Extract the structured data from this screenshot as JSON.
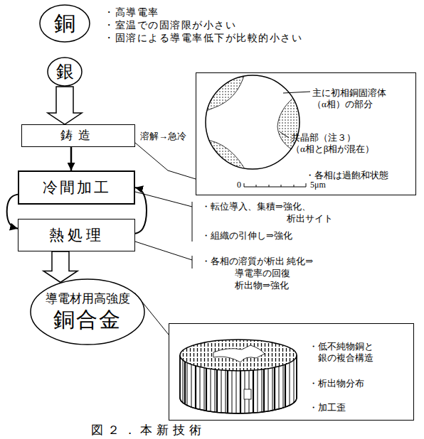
{
  "diagram": {
    "caption": "図２．本新技術",
    "nodes": [
      {
        "text": [
          "銅"
        ]
      },
      {
        "text": [
          "銀"
        ]
      },
      {
        "text": [
          "鋳造"
        ]
      },
      {
        "text": [
          "冷間加工"
        ]
      },
      {
        "text": [
          "熱処理"
        ]
      },
      {
        "text": [
          "導電材用高強度",
          "銅合金"
        ]
      },
      {
        "text": [
          "主に初相銅固溶体 （α相）の部分",
          "共晶部（注３） （α相とβ相が混在）",
          "・各相は過飽和状態",
          "0",
          "5μm"
        ]
      },
      {
        "text": [
          "・低不純物銅と 銀の複合構造",
          "・析出物分布",
          "・加工歪"
        ]
      }
    ],
    "edges": [
      {
        "from": 1,
        "to": 2,
        "arrow": "to"
      },
      {
        "from": 2,
        "to": 3,
        "arrow": "to"
      },
      {
        "from": 3,
        "to": 4,
        "arrow": "to"
      },
      {
        "from": 4,
        "to": 3,
        "arrow": "to"
      },
      {
        "from": 4,
        "to": 5,
        "arrow": "to"
      },
      {
        "from": 2,
        "to": 6,
        "arrow": "none"
      },
      {
        "from": 5,
        "to": 7,
        "arrow": "none"
      }
    ],
    "labels": [
      "・高導電率",
      "・室温での固溶限が小さい",
      "・固溶による導電率低下が比較的小さい",
      "溶解→急冷",
      "・転位導入、集積⇒強化、 析出サイト",
      "・組織の引伸し⇒強化",
      "・各相の溶質が析出 純化⇒導電率の回復 析出物⇒強化"
    ]
  }
}
